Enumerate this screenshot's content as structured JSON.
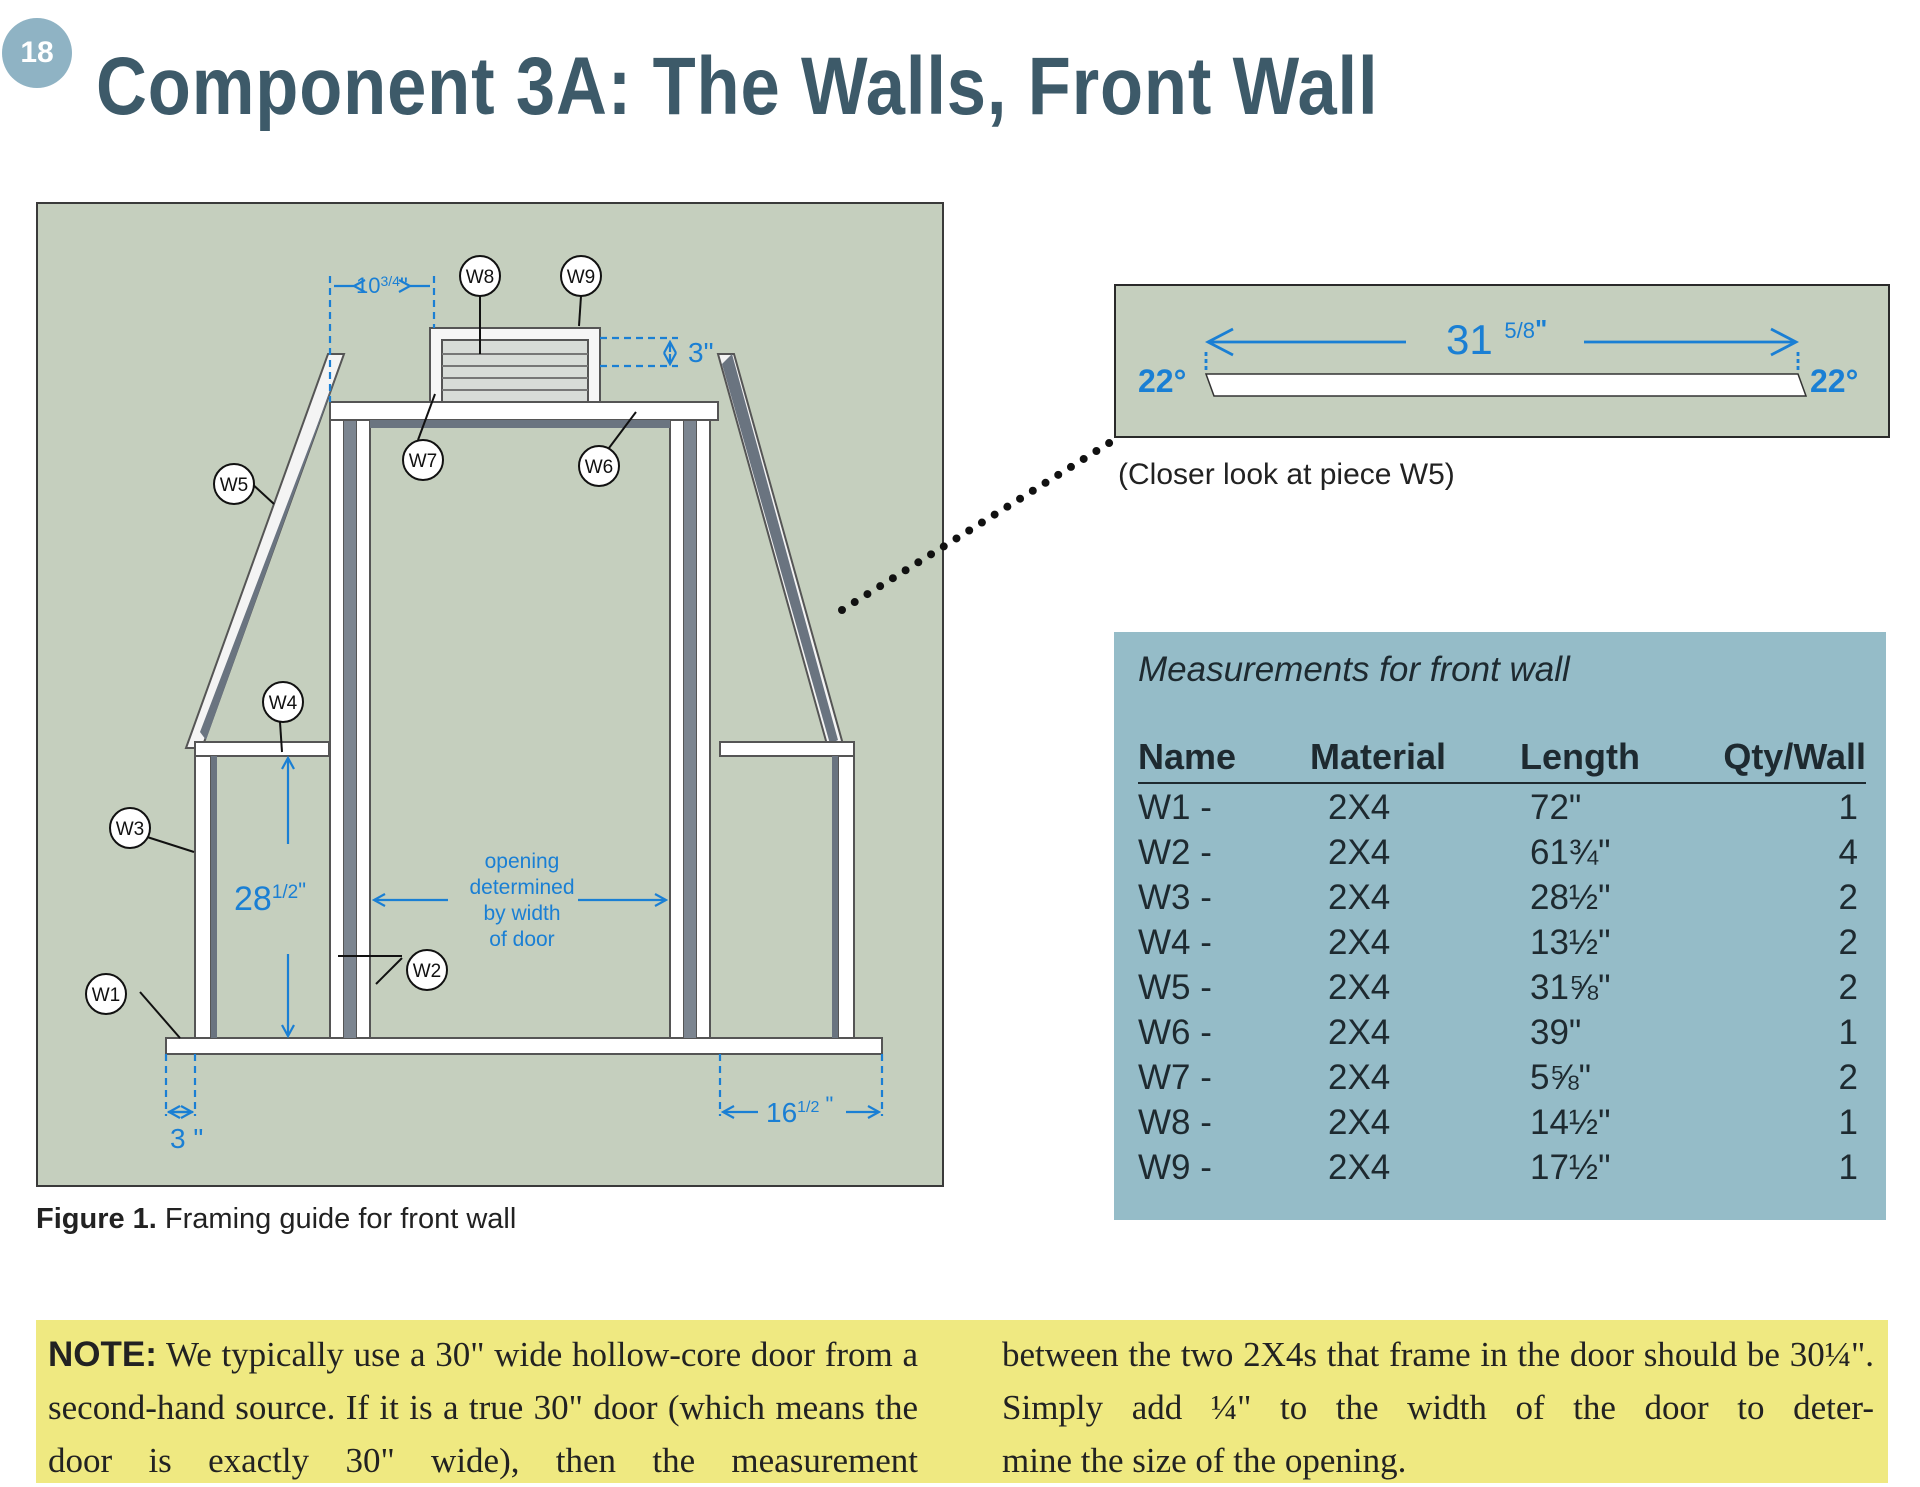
{
  "page_number": "18",
  "title": "Component 3A: The Walls, Front Wall",
  "figure": {
    "caption_label": "Figure 1.",
    "caption_text": " Framing guide for front wall",
    "dimensions": {
      "top_offset_main": "10",
      "top_offset_frac": "3/4",
      "top_offset_unit": "\"",
      "top_height": "3\"",
      "window_height_main": "28",
      "window_height_frac": "1/2",
      "window_height_unit": "\"",
      "bottom_left": "3 \"",
      "bottom_right_main": "16",
      "bottom_right_frac": "1/2",
      "bottom_right_unit": " \""
    },
    "opening_text": [
      "opening",
      "determined",
      "by width",
      "of door"
    ],
    "piece_labels": [
      "W1",
      "W2",
      "W3",
      "W4",
      "W5",
      "W6",
      "W7",
      "W8",
      "W9"
    ]
  },
  "closeup": {
    "length_main": "31 ",
    "length_frac": "5/8",
    "length_unit": "\"",
    "angle_left": "22°",
    "angle_right": "22°",
    "caption": "(Closer look at piece W5)"
  },
  "measurements": {
    "title": "Measurements for front wall",
    "headers": [
      "Name",
      "Material",
      "Length",
      "Qty/Wall"
    ],
    "rows": [
      [
        "W1 -",
        "2X4",
        "72\"",
        "1"
      ],
      [
        "W2 -",
        "2X4",
        "61¾\"",
        "4"
      ],
      [
        "W3 -",
        "2X4",
        "28½\"",
        "2"
      ],
      [
        "W4 -",
        "2X4",
        "13½\"",
        "2"
      ],
      [
        "W5 -",
        "2X4",
        "31⅝\"",
        "2"
      ],
      [
        "W6 -",
        "2X4",
        "39\"",
        "1"
      ],
      [
        "W7 -",
        "2X4",
        "5⅝\"",
        "2"
      ],
      [
        "W8 -",
        "2X4",
        "14½\"",
        "1"
      ],
      [
        "W9 -",
        "2X4",
        "17½\"",
        "1"
      ]
    ]
  },
  "note": {
    "label": "NOTE:",
    "left_text": " We typically use a 30\" wide hollow-core door from a second-hand source. If it is a true 30\" door (which means the door is exactly 30\" wide), then the measurement",
    "right_text_1": "between the two 2X4s that frame in the door should be 30¼\". Simply add ¼\" to the width of the door to deter-",
    "right_text_2": "mine the size of the opening."
  },
  "colors": {
    "panel_bg": "#c5cfbe",
    "dimension_blue": "#1a7fd4",
    "title": "#3d5a69",
    "table_bg": "#95bcc8",
    "note_bg": "#efe981"
  }
}
